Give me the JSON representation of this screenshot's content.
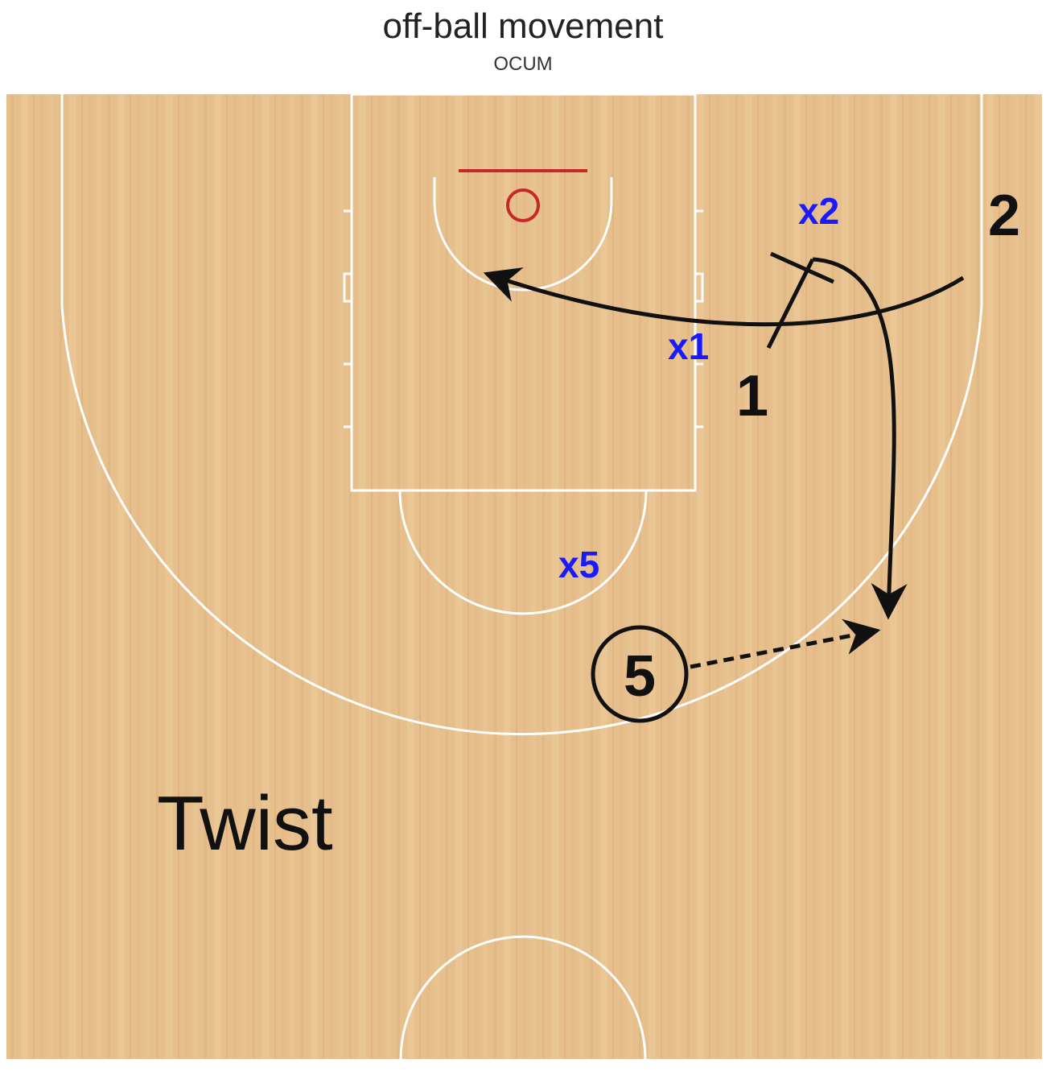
{
  "header": {
    "title": "off-ball movement",
    "subtitle": "OCUM"
  },
  "play": {
    "name": "Twist"
  },
  "players": {
    "offense": [
      {
        "label": "1"
      },
      {
        "label": "2"
      },
      {
        "label": "5",
        "circled": true
      }
    ],
    "defense": [
      {
        "label": "x1"
      },
      {
        "label": "x2"
      },
      {
        "label": "x5"
      }
    ]
  },
  "colors": {
    "court": "#e6bf8c",
    "court_lines": "#ffffff",
    "rim": "#c62828",
    "defense": "#1a1aff",
    "offense": "#111111"
  }
}
